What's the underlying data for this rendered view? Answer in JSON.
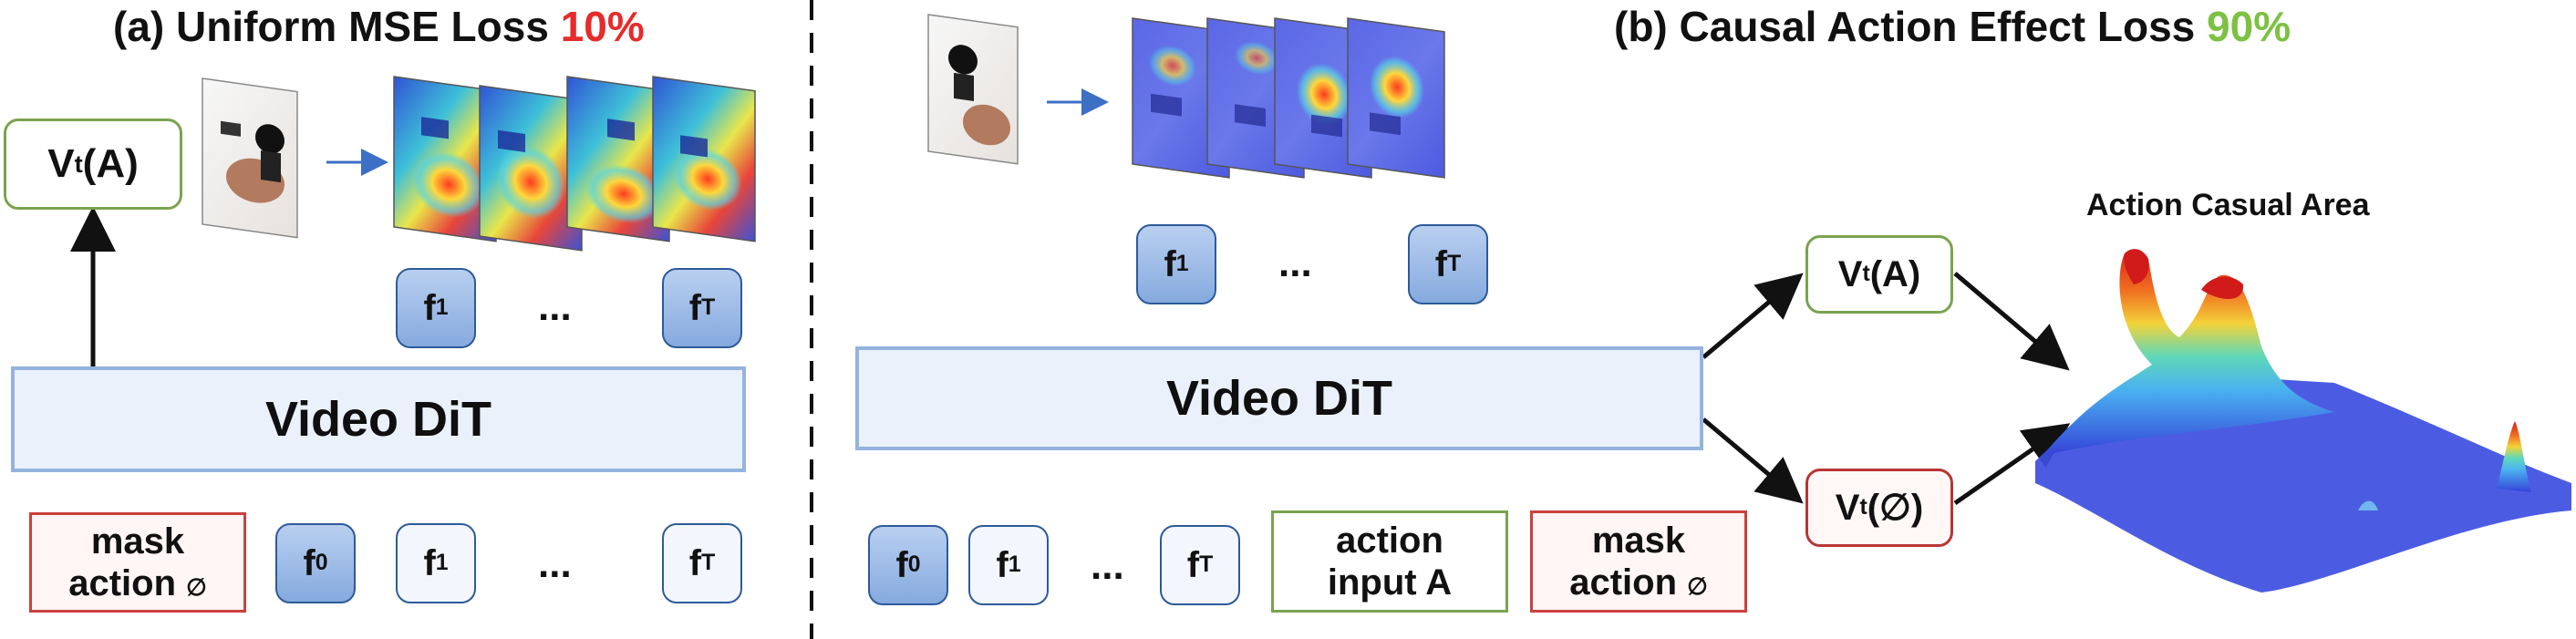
{
  "panel_a": {
    "title_prefix": "(a) Uniform MSE Loss",
    "title_percent": "10%",
    "percent_color": "#e62b2b",
    "dit_label": "Video DiT",
    "output": {
      "base": "V",
      "sub": "t",
      "arg": "(A)"
    },
    "frames_top": [
      {
        "base": "f",
        "sub": "1"
      },
      {
        "base": "f",
        "sub": "T"
      }
    ],
    "dots_top": "...",
    "mask_box": {
      "line1": "mask",
      "line2": "action",
      "symbol": "∅"
    },
    "frames_bottom": [
      {
        "base": "f",
        "sub": "0"
      },
      {
        "base": "f",
        "sub": "1"
      },
      {
        "base": "f",
        "sub": "T"
      }
    ],
    "dots_bottom": "..."
  },
  "panel_b": {
    "title_prefix": "(b) Causal Action Effect Loss",
    "title_percent": "90%",
    "percent_color": "#7cc142",
    "dit_label": "Video DiT",
    "frames_top": [
      {
        "base": "f",
        "sub": "1"
      },
      {
        "base": "f",
        "sub": "T"
      }
    ],
    "dots_top": "...",
    "frames_bottom": [
      {
        "base": "f",
        "sub": "0"
      },
      {
        "base": "f",
        "sub": "1"
      },
      {
        "base": "f",
        "sub": "T"
      }
    ],
    "dots_bottom": "...",
    "action_box": {
      "line1": "action",
      "line2": "input A"
    },
    "mask_box": {
      "line1": "mask",
      "line2": "action",
      "symbol": "∅"
    },
    "out_action": {
      "base": "V",
      "sub": "t",
      "arg": "(A)"
    },
    "out_null": {
      "base": "V",
      "sub": "t",
      "arg": "(∅)"
    },
    "area_label": "Action Casual Area"
  },
  "colors": {
    "token_border": "#2d5a9a",
    "dit_border": "#94b3de",
    "green_border": "#7aa34e",
    "red_border": "#c9413d"
  }
}
